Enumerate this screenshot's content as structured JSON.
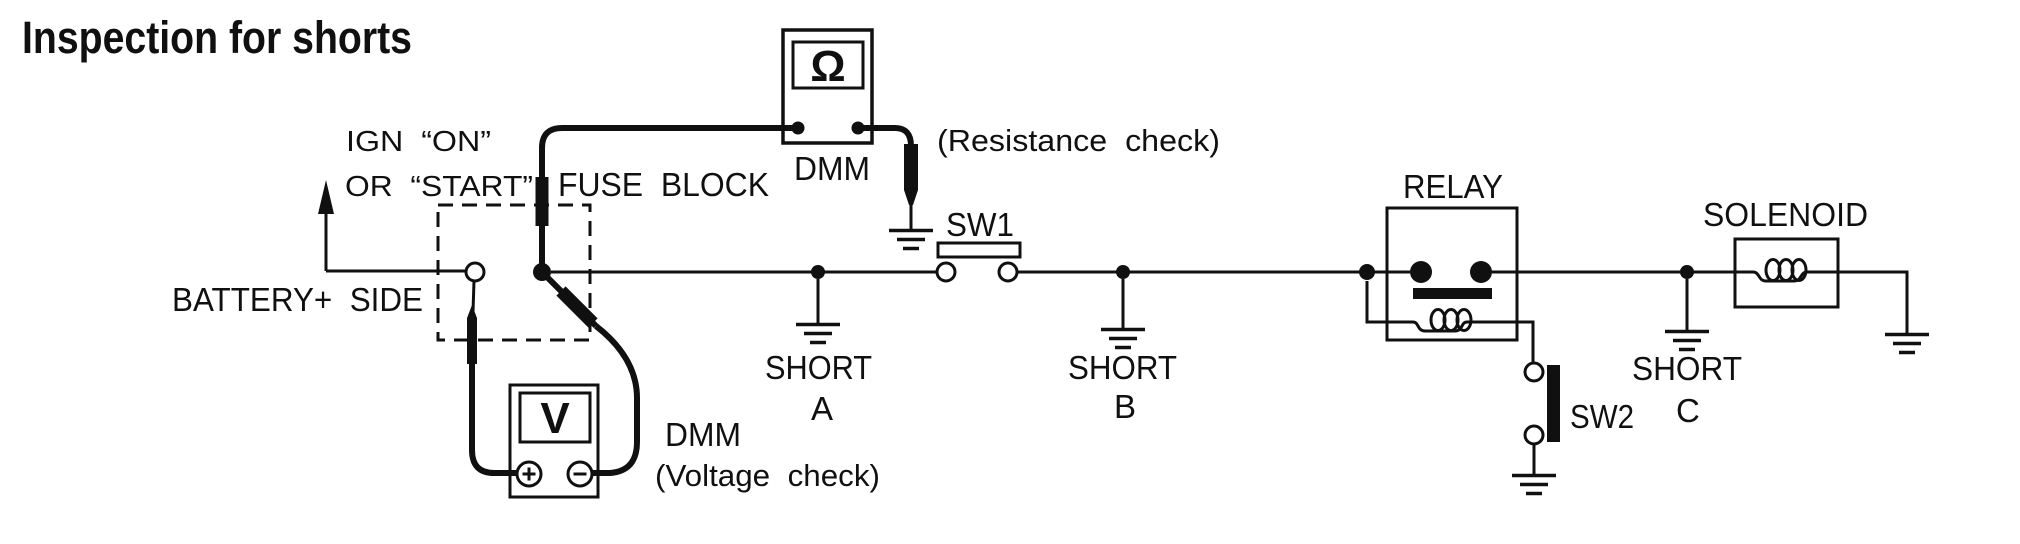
{
  "title": "Inspection for shorts",
  "ignition": {
    "line1": "IGN  “ON”",
    "line2": "OR  “START”"
  },
  "fuse_block_label": "FUSE  BLOCK",
  "battery_label": "BATTERY+  SIDE",
  "ohmmeter": {
    "display": "Ω",
    "label": "DMM",
    "note": "(Resistance  check)"
  },
  "voltmeter": {
    "display": "V",
    "label": "DMM",
    "note": "(Voltage  check)"
  },
  "switches": {
    "sw1": "SW1",
    "sw2": "SW2"
  },
  "relay_label": "RELAY",
  "solenoid_label": "SOLENOID",
  "short_points": [
    {
      "name": "SHORT",
      "id": "A"
    },
    {
      "name": "SHORT",
      "id": "B"
    },
    {
      "name": "SHORT",
      "id": "C"
    }
  ],
  "icons": {
    "ground": "earth-ground symbol (3 bars)",
    "battery_arrow": "up-arrow toward battery",
    "probe": "test probe",
    "fuse": "fuse bar"
  },
  "colors": {
    "ink": "#101010",
    "paper": "#ffffff"
  }
}
